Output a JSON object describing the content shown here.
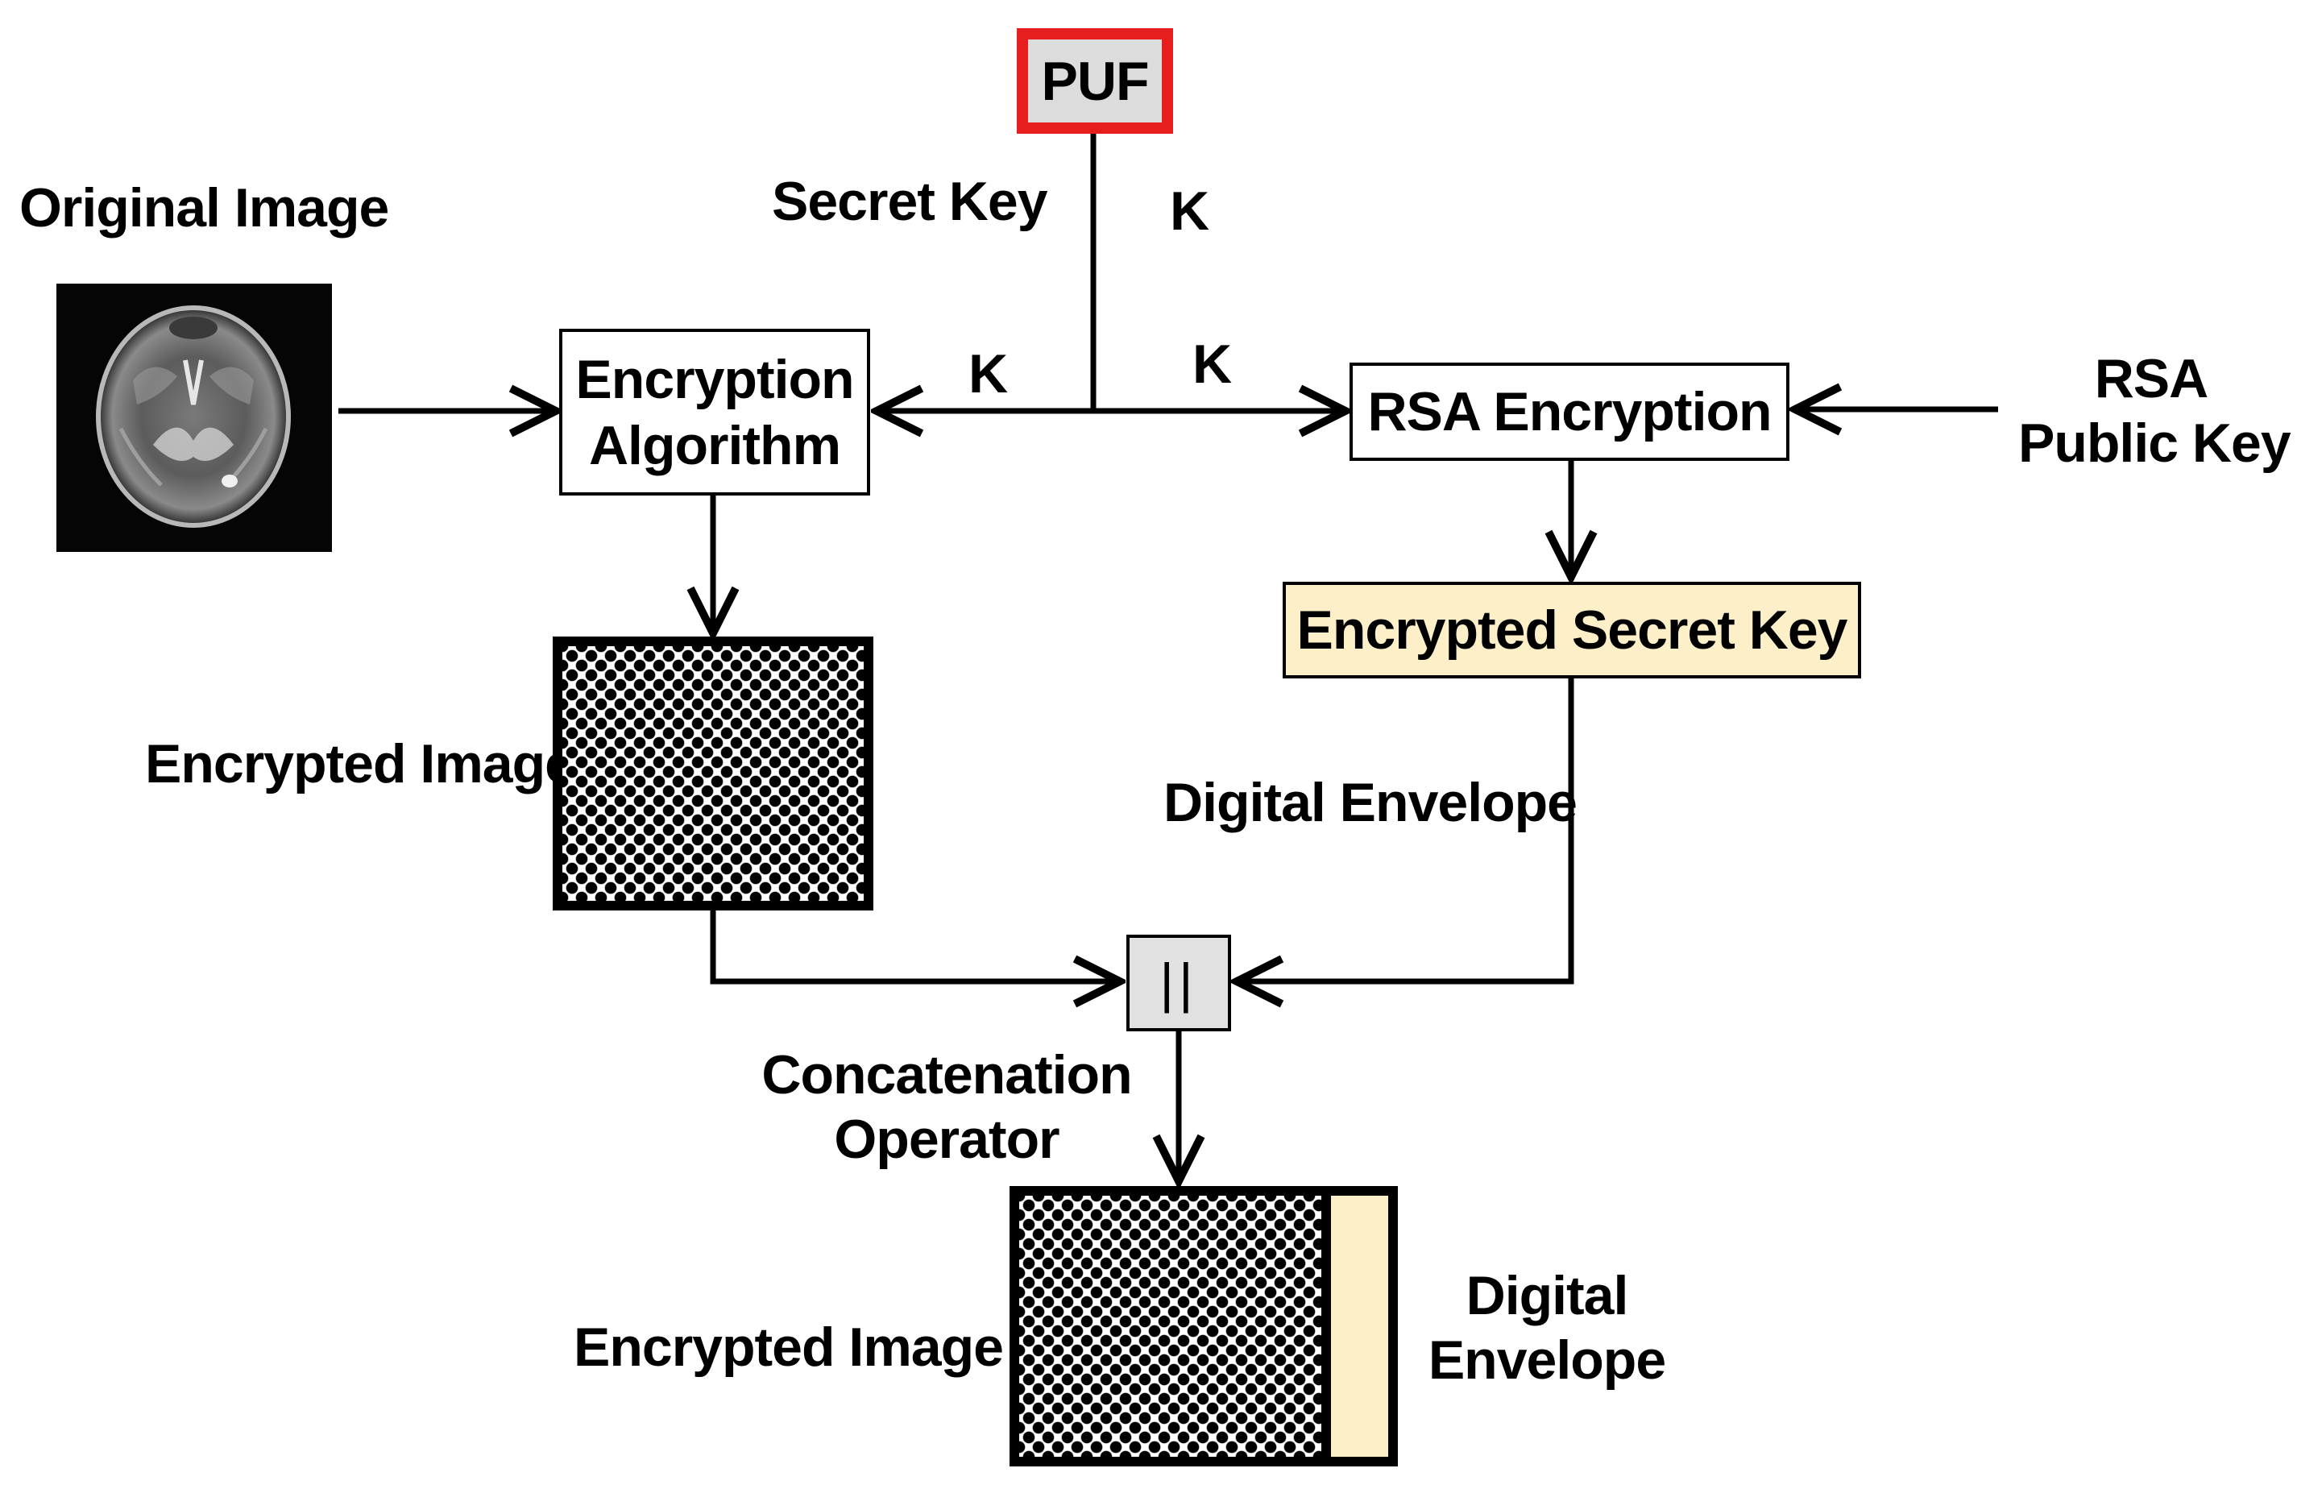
{
  "colors": {
    "puf_border": "#e61e1e",
    "puf_fill": "#dcdcdc",
    "envelope_fill": "#fdf0c8",
    "concat_fill": "#e1e1e1",
    "line": "#000000"
  },
  "labels": {
    "original_image": "Original Image",
    "secret_key": "Secret Key",
    "k_top": "K",
    "k_left": "K",
    "k_right": "K",
    "rsa_public_key_line1": "RSA",
    "rsa_public_key_line2": "Public Key",
    "encrypted_image_mid": "Encrypted Image",
    "digital_envelope_mid": "Digital Envelope",
    "concatenation_line1": "Concatenation",
    "concatenation_line2": "Operator",
    "encrypted_image_bottom": "Encrypted Image",
    "digital_envelope_bottom_line1": "Digital",
    "digital_envelope_bottom_line2": "Envelope"
  },
  "boxes": {
    "puf": "PUF",
    "encryption_line1": "Encryption",
    "encryption_line2": "Algorithm",
    "rsa_encryption": "RSA Encryption",
    "encrypted_secret_key": "Encrypted Secret Key",
    "concat_symbol": "||"
  }
}
